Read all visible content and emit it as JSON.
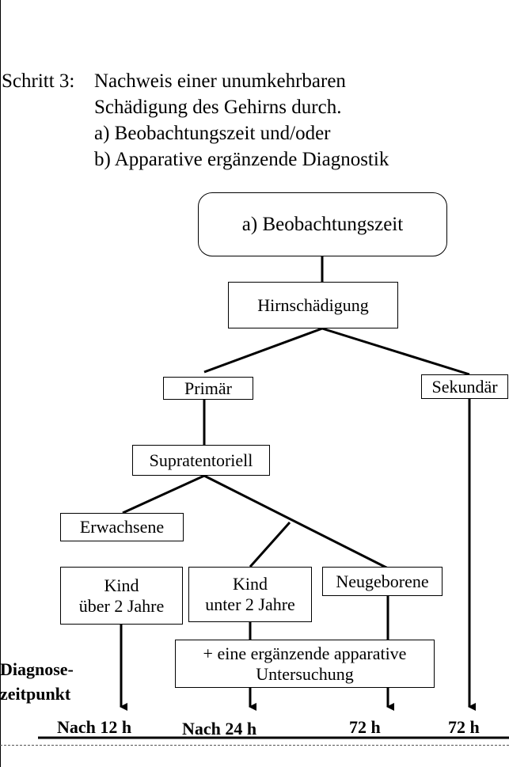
{
  "header": {
    "step_label": "Schritt 3:",
    "line1": "Nachweis einer unumkehrbaren",
    "line2": "Schädigung des Gehirns durch.",
    "line3": "a) Beobachtungszeit und/oder",
    "line4": "b) Apparative ergänzende Diagnostik"
  },
  "nodes": {
    "beobachtungszeit": "a) Beobachtungszeit",
    "hirnschaedigung": "Hirnschädigung",
    "primaer": "Primär",
    "sekundaer": "Sekundär",
    "supratentoriell": "Supratentoriell",
    "erwachsene": "Erwachsene",
    "kind_ueber_l1": "Kind",
    "kind_ueber_l2": "über 2 Jahre",
    "kind_unter_l1": "Kind",
    "kind_unter_l2": "unter 2 Jahre",
    "neugeborene": "Neugeborene",
    "ergaenzend_l1": "+ eine ergänzende apparative",
    "ergaenzend_l2": "Untersuchung"
  },
  "side_label": {
    "line1": "Diagnose-",
    "line2": "zeitpunkt"
  },
  "timepoints": [
    "Nach 12 h",
    "Nach 24 h",
    "72 h",
    "72 h"
  ]
}
